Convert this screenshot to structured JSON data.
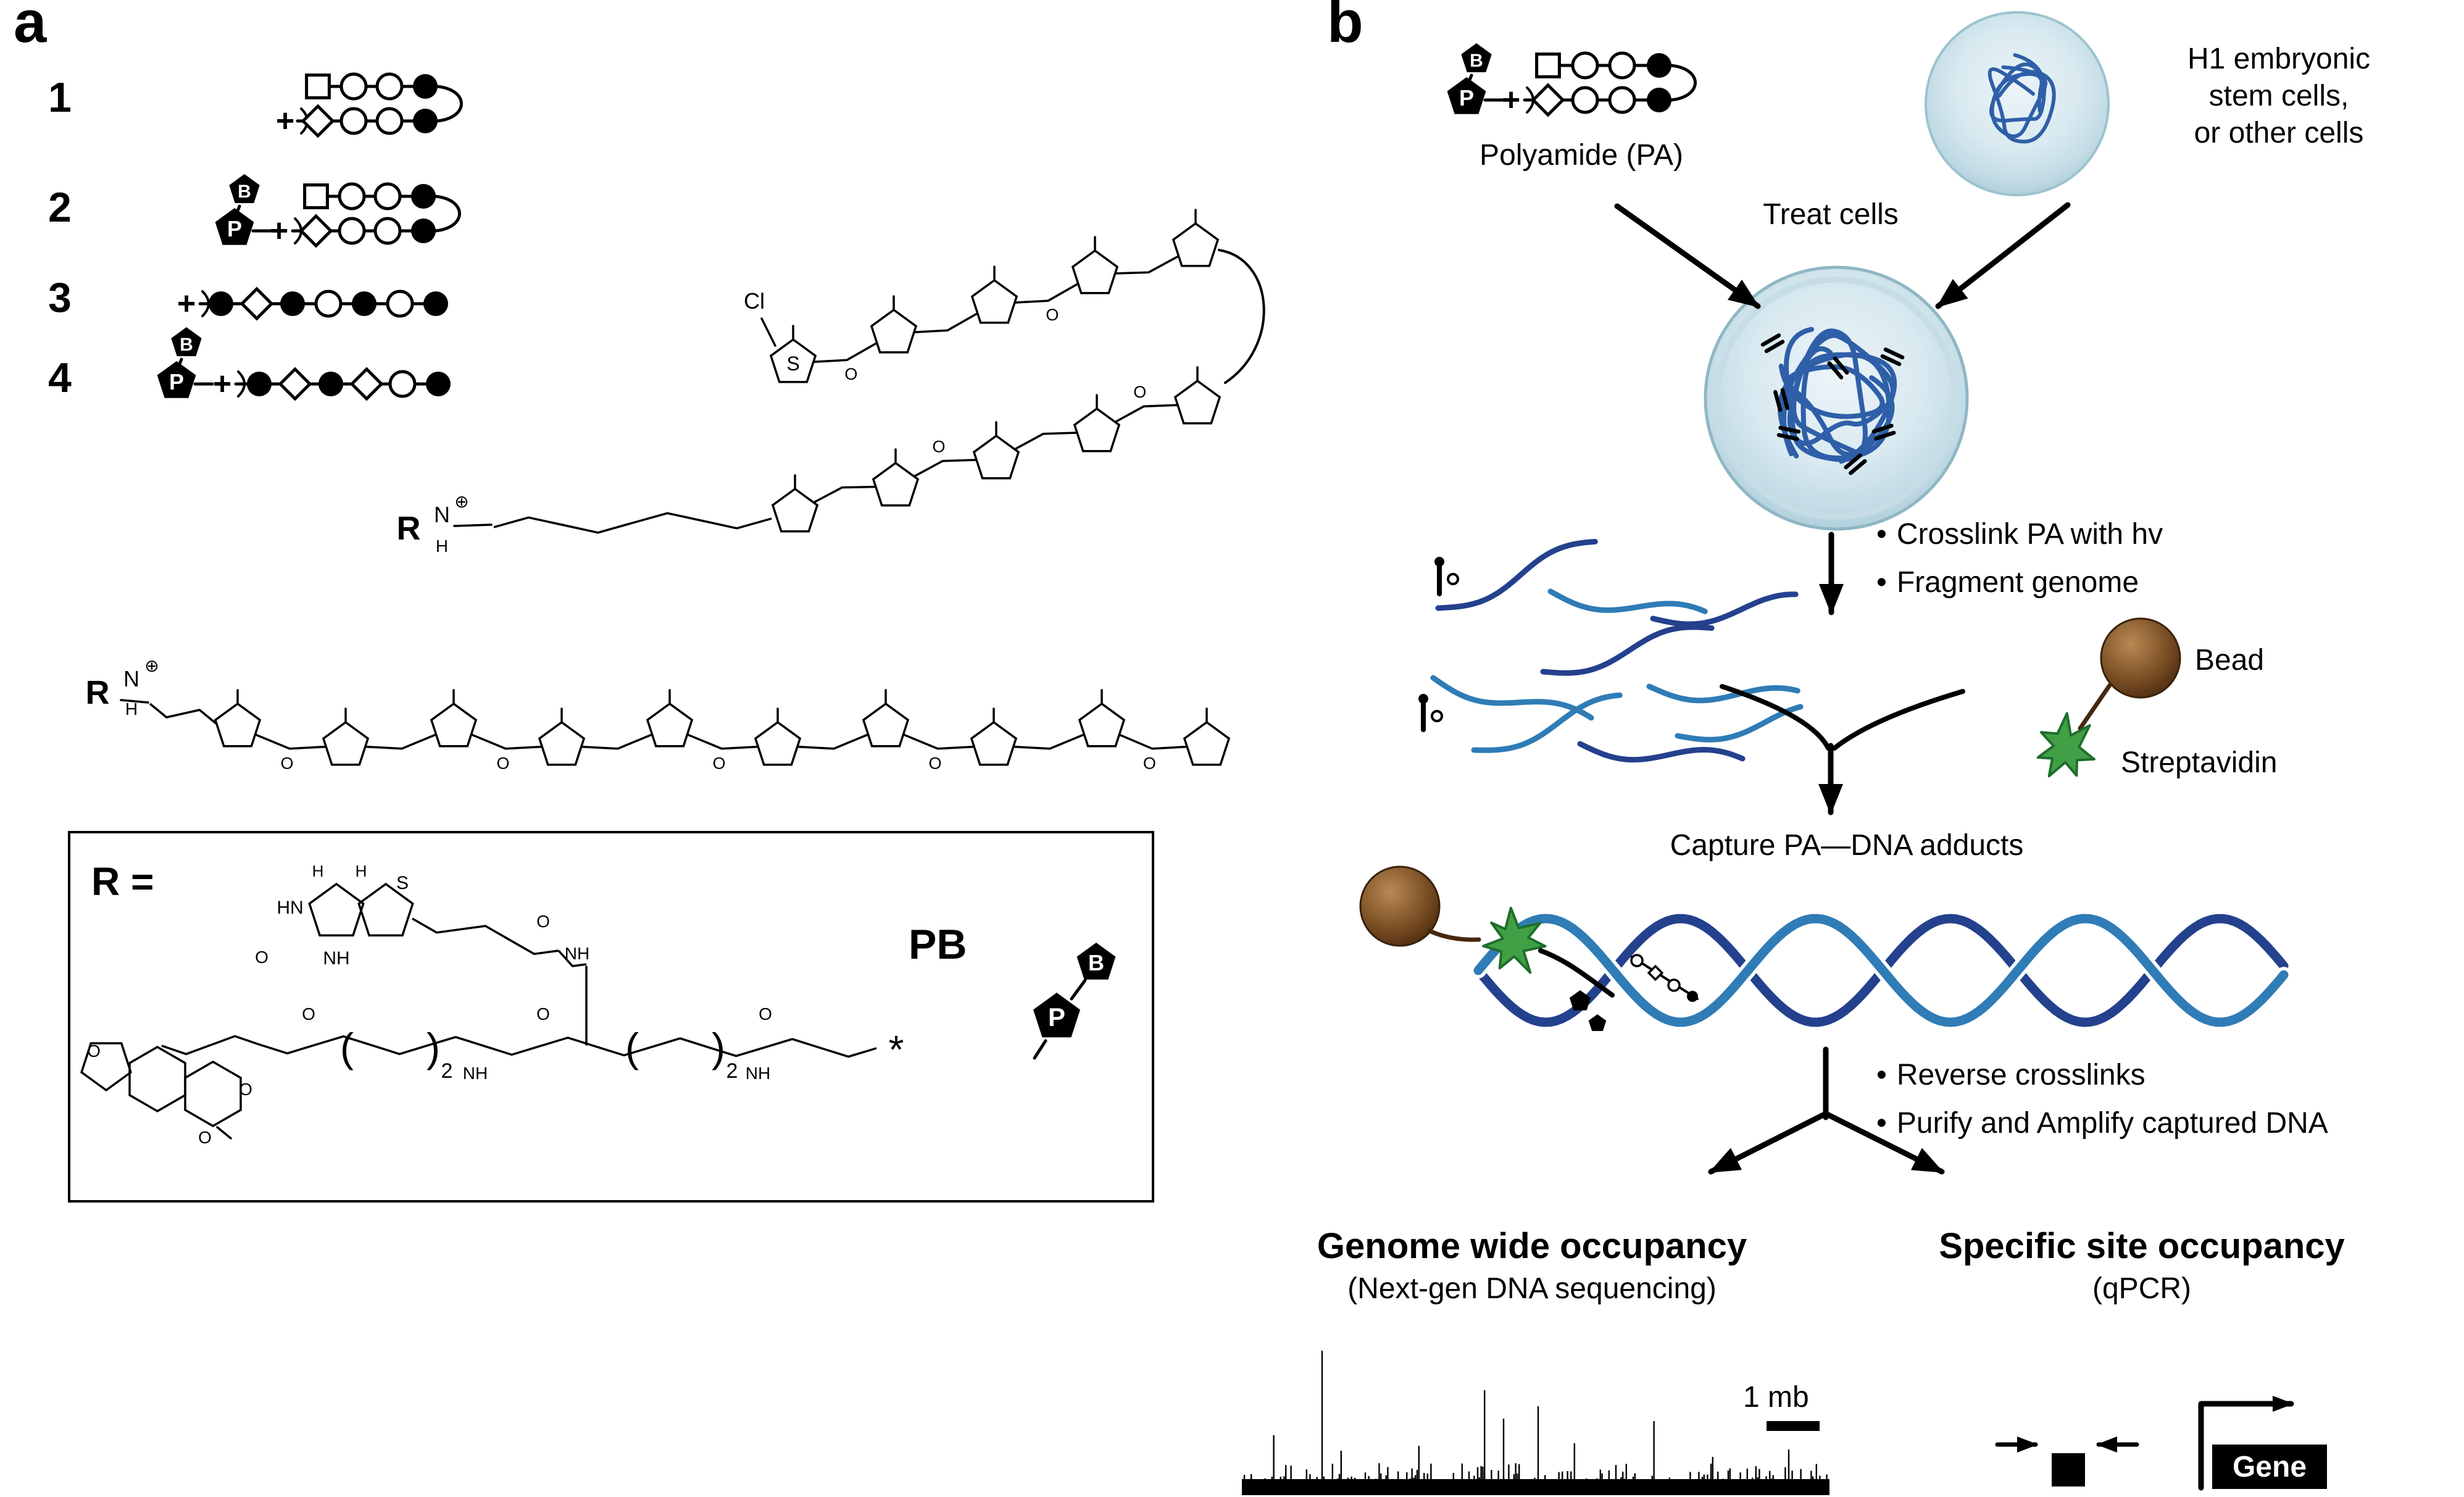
{
  "panel_a": {
    "label": "a",
    "compounds": [
      {
        "number": "1"
      },
      {
        "number": "2"
      },
      {
        "number": "3"
      },
      {
        "number": "4"
      }
    ],
    "schematics": {
      "hairpin_top": [
        "open-square",
        "open-circle",
        "open-circle",
        "filled-circle"
      ],
      "hairpin_bottom": [
        "open-diamond",
        "open-circle",
        "open-circle",
        "filled-circle"
      ],
      "linear_3": [
        "filled-circle",
        "open-diamond",
        "filled-circle",
        "open-circle",
        "filled-circle",
        "open-circle",
        "filled-circle"
      ],
      "linear_4": [
        "filled-circle",
        "open-diamond",
        "filled-circle",
        "open-diamond",
        "open-circle",
        "filled-circle"
      ]
    },
    "atoms": {
      "cl": "Cl",
      "s": "S",
      "o": "O",
      "n": "N",
      "h": "H",
      "nh": "NH",
      "hn": "HN",
      "r": "R",
      "plus_charge": "⊕"
    },
    "legend": {
      "r_equals": "R =",
      "pb": "PB",
      "p": "P",
      "b": "B",
      "sub2": "2",
      "asterisk": "*"
    }
  },
  "panel_b": {
    "label": "b",
    "polyamide_label": "Polyamide (PA)",
    "cells_label_lines": [
      "H1 embryonic",
      "stem cells,",
      "or other cells"
    ],
    "treat_cells_label": "Treat cells",
    "step1_bullets": [
      "Crosslink PA with hv",
      "Fragment genome"
    ],
    "bead_label": "Bead",
    "streptavidin_label": "Streptavidin",
    "capture_label": "Capture PA—DNA adducts",
    "step2_bullets": [
      "Reverse crosslinks",
      "Purify and Amplify captured DNA"
    ],
    "outputs": {
      "genome_title": "Genome wide occupancy",
      "genome_subtitle": "(Next-gen DNA sequencing)",
      "site_title": "Specific site occupancy",
      "site_subtitle": "(qPCR)",
      "scale_bar_label": "1 mb",
      "gene_label": "Gene"
    }
  },
  "glyphs": {
    "bullet": "•",
    "plus": "+",
    "paren_open": "(",
    "paren_close": ")"
  },
  "colors": {
    "dna_dark": "#24418e",
    "dna_light": "#2f7cb6",
    "cell_fill": "#d8e9f0",
    "cell_rim": "#9cc3cf",
    "bead": "#7a4e24",
    "bead_dark": "#46280e",
    "strep_green": "#41a046",
    "strep_dark": "#1e6e2b",
    "black": "#000000"
  }
}
